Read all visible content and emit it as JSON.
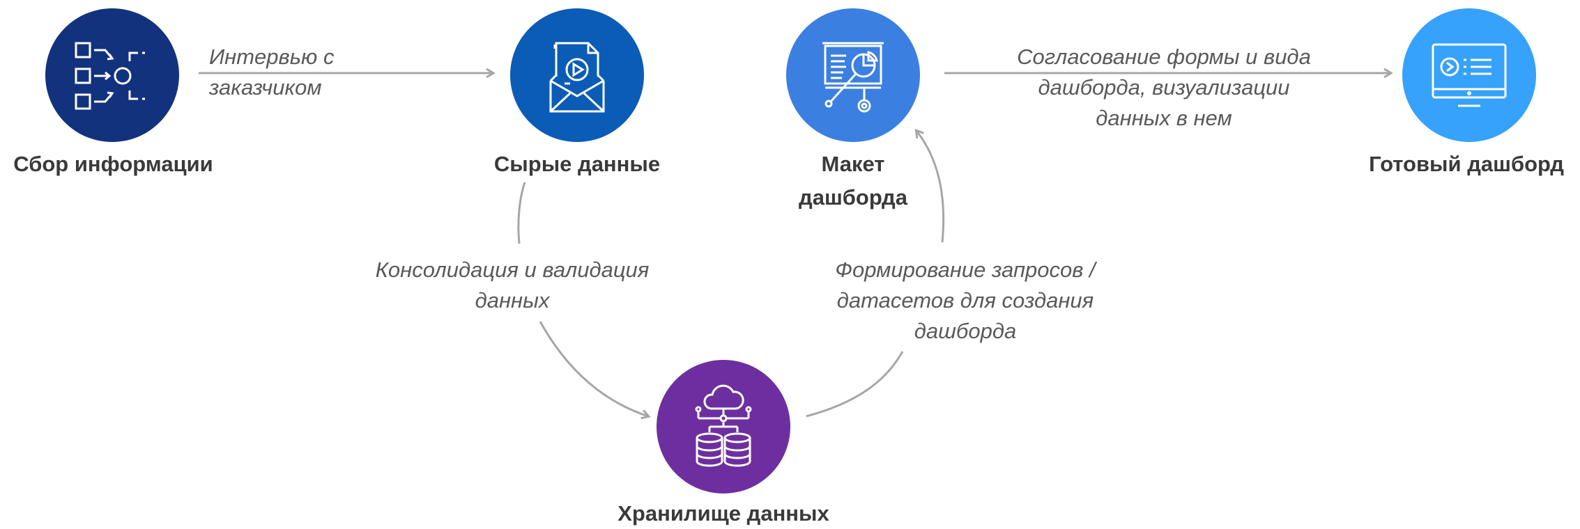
{
  "nodes": {
    "info": {
      "title": "Сбор информации",
      "color": "#13327e",
      "icon": "process-flow-icon"
    },
    "raw": {
      "title": "Сырые данные",
      "color": "#0b5cb6",
      "icon": "video-mail-icon"
    },
    "mockup": {
      "title_lines": [
        "Макет",
        "дашборда"
      ],
      "color": "#3b7fe0",
      "icon": "presentation-chart-icon"
    },
    "ready": {
      "title": "Готовый дашборд",
      "color": "#36a2fb",
      "icon": "monitor-dashboard-icon"
    },
    "storage": {
      "title": "Хранилище данных",
      "color": "#6d2f9f",
      "icon": "cloud-database-icon"
    }
  },
  "edges": {
    "interview": {
      "lines": [
        "Интервью с",
        "заказчиком"
      ]
    },
    "approval": {
      "lines": [
        "Согласование формы и вида",
        "дашборда, визуализации",
        "данных в нем"
      ]
    },
    "consolidation": {
      "lines": [
        "Консолидация и валидация",
        "данных"
      ]
    },
    "queries": {
      "lines": [
        "Формирование запросов /",
        "датасетов для создания",
        "дашборда"
      ]
    }
  },
  "colors": {
    "connector": "#a6a6a6",
    "title_text": "#3a3a3a",
    "label_text": "#595959"
  }
}
